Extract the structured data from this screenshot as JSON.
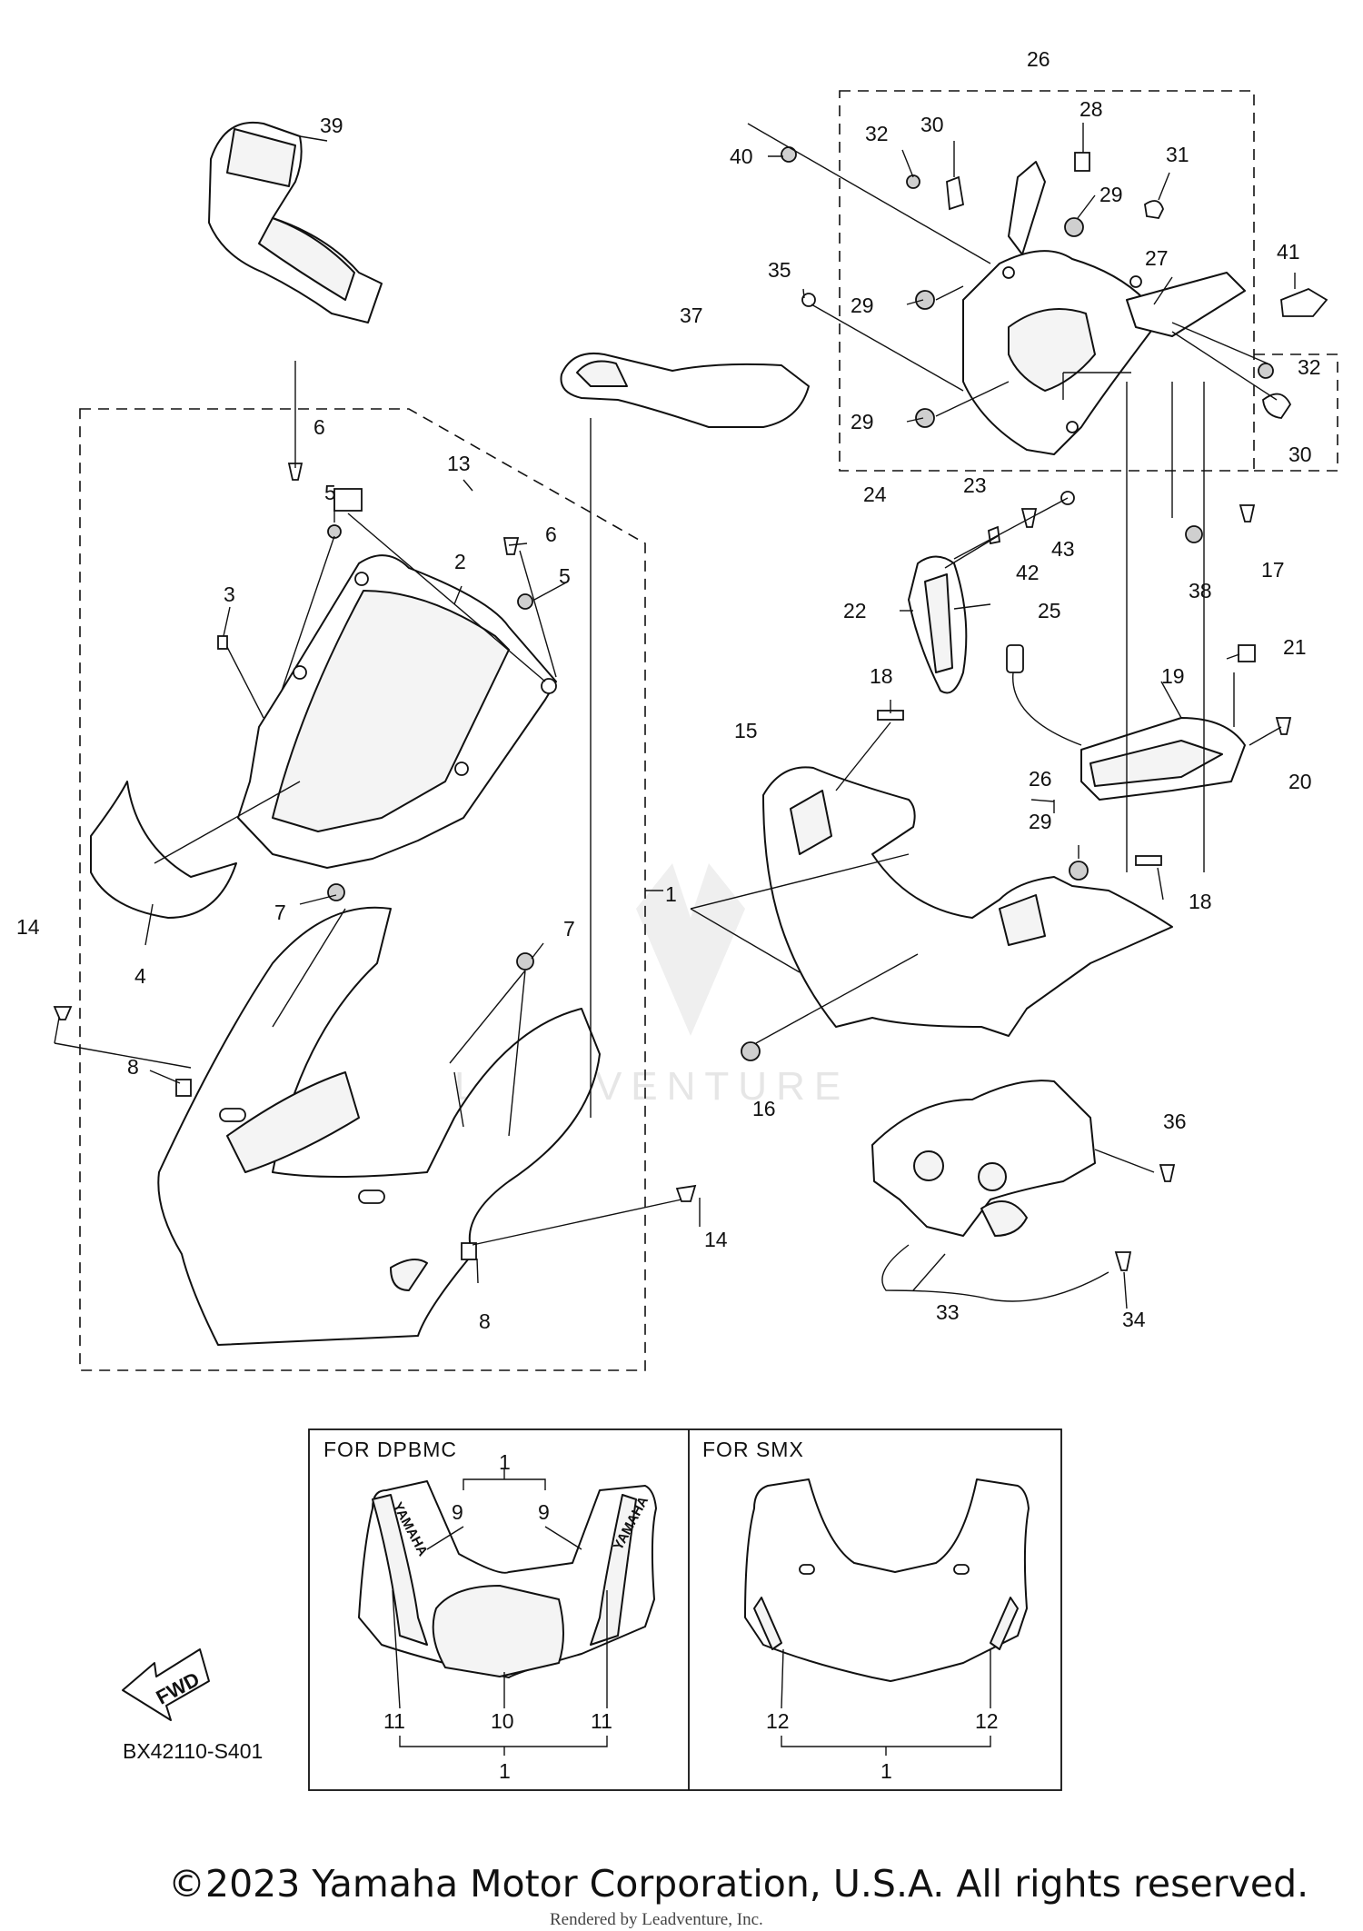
{
  "diagram": {
    "code": "BX42110-S401",
    "copyright": "©2023 Yamaha Motor Corporation, U.S.A. All rights reserved.",
    "credit": "Rendered by Leadventure, Inc.",
    "watermark": "LEADVENTURE",
    "direction_label": "FWD",
    "brand_mark": "YAMAHA"
  },
  "variants": [
    {
      "label": "FOR  DPBMC"
    },
    {
      "label": "FOR  SMX"
    }
  ],
  "callouts": [
    "39",
    "40",
    "32",
    "30",
    "28",
    "26",
    "31",
    "29",
    "27",
    "41",
    "35",
    "29",
    "37",
    "32",
    "29",
    "30",
    "24",
    "23",
    "43",
    "42",
    "17",
    "38",
    "25",
    "22",
    "21",
    "19",
    "20",
    "18",
    "15",
    "26",
    "29",
    "18",
    "16",
    "36",
    "33",
    "34",
    "6",
    "5",
    "13",
    "6",
    "5",
    "2",
    "3",
    "4",
    "7",
    "7",
    "14",
    "1",
    "8",
    "8",
    "14",
    "1",
    "9",
    "9",
    "11",
    "10",
    "11",
    "1",
    "12",
    "12",
    "1"
  ]
}
